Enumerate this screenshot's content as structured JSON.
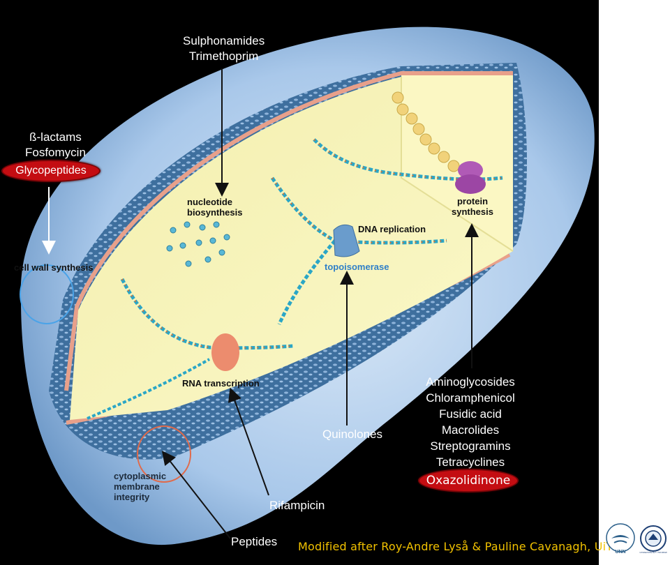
{
  "top_drugs": {
    "line1": "Sulphonamides",
    "line2": "Trimethoprim"
  },
  "cell_wall_drugs": {
    "line1": "ß-lactams",
    "line2": "Fosfomycin",
    "highlighted": "Glycopeptides"
  },
  "targets": {
    "cell_wall": "cell wall synthesis",
    "nucleotide_1": "nucleotide",
    "nucleotide_2": "biosynthesis",
    "dna_replication": "DNA replication",
    "topoisomerase": "topoisomerase",
    "protein_1": "protein",
    "protein_2": "synthesis",
    "rna": "RNA transcription",
    "membrane_1": "cytoplasmic",
    "membrane_2": "membrane",
    "membrane_3": "integrity"
  },
  "protein_drugs": {
    "items": [
      "Aminoglycosides",
      "Chloramphenicol",
      "Fusidic acid",
      "Macrolides",
      "Streptogramins",
      "Tetracyclines"
    ],
    "highlighted": "Oxazolidinone"
  },
  "quinolones": "Quinolones",
  "rifampicin": "Rifampicin",
  "peptides": "Peptides",
  "credit": "Modified after Roy-Andre Lyså & Pauline Cavanagh, UiT",
  "logos": {
    "left_text": "UNN",
    "right_text": "UNIVERSITETET I TROMSØ"
  },
  "colors": {
    "background": "#000000",
    "outer_capsule": "#7fa9d6",
    "cell_wall": "#3a6b9a",
    "membrane": "#e8a08a",
    "cytoplasm": "#f6f3b0",
    "highlight_oval": "#c40d12",
    "credit_text": "#f2c200"
  }
}
